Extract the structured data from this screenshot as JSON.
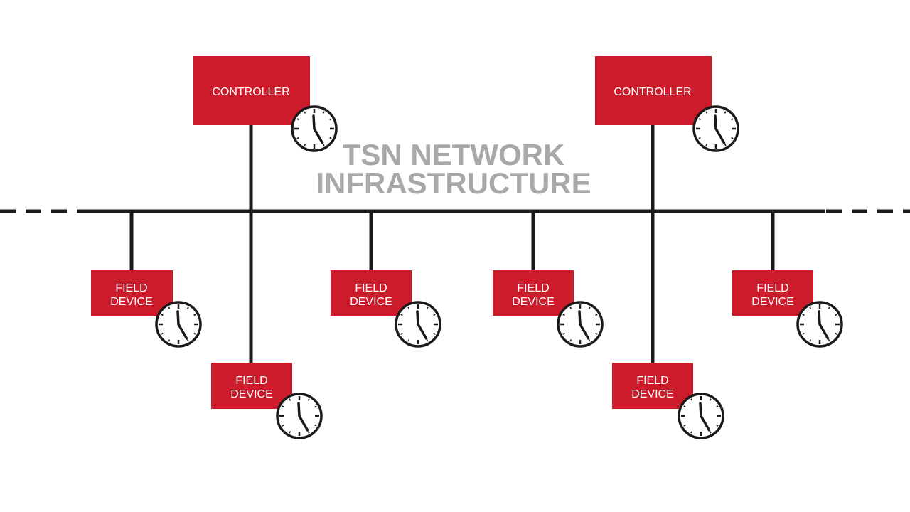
{
  "diagram": {
    "title_line1": "TSN NETWORK",
    "title_line2": "INFRASTRUCTURE",
    "controller_label": "CONTROLLER",
    "field_device_line1": "FIELD",
    "field_device_line2": "DEVICE",
    "colors": {
      "box": "#cc1b2b",
      "line": "#1a1a1a",
      "title": "#a7a8aa",
      "box_text": "#ffffff"
    },
    "clock_icon": "clock-icon",
    "nodes": [
      {
        "id": "controller-1",
        "kind": "controller"
      },
      {
        "id": "controller-2",
        "kind": "controller"
      },
      {
        "id": "field-device-1",
        "kind": "field-device"
      },
      {
        "id": "field-device-2",
        "kind": "field-device"
      },
      {
        "id": "field-device-3",
        "kind": "field-device"
      },
      {
        "id": "field-device-4",
        "kind": "field-device"
      },
      {
        "id": "field-device-5",
        "kind": "field-device"
      },
      {
        "id": "field-device-6",
        "kind": "field-device"
      }
    ]
  }
}
